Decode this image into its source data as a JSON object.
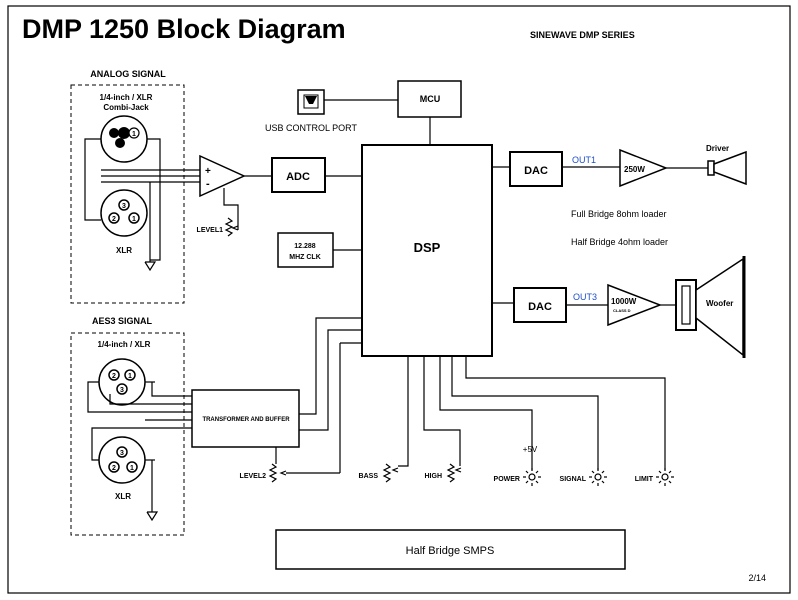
{
  "header": {
    "title": "DMP 1250 Block Diagram",
    "subtitle": "SINEWAVE DMP SERIES"
  },
  "analog": {
    "title": "ANALOG SIGNAL",
    "jack_label_1": "1/4-inch / XLR",
    "jack_label_2": "Combi-Jack",
    "xlr_label": "XLR",
    "level_label": "LEVEL1"
  },
  "aes3": {
    "title": "AES3 SIGNAL",
    "jack_label": "1/4-inch / XLR",
    "xlr_label": "XLR",
    "level_label": "LEVEL2"
  },
  "pins": {
    "p1": "1",
    "p2": "2",
    "p3": "3"
  },
  "opamp": {
    "plus": "+",
    "minus": "-"
  },
  "blocks": {
    "usb": "USB CONTROL PORT",
    "mcu": "MCU",
    "adc": "ADC",
    "dsp": "DSP",
    "clk_1": "12.288",
    "clk_2": "MHZ CLK",
    "dac": "DAC",
    "transformer": "TRANSFORMER AND BUFFER",
    "smps": "Half Bridge SMPS"
  },
  "outputs": {
    "out1": "OUT1",
    "out3": "OUT3",
    "amp1": "250W",
    "amp2": "1000W",
    "amp2_sub": "CLASS D",
    "driver": "Driver",
    "woofer": "Woofer",
    "note_1": "Full Bridge 8ohm loader",
    "note_2": "Half Bridge 4ohm loader"
  },
  "controls": {
    "bass": "BASS",
    "high": "HIGH",
    "v5": "+5V",
    "power": "POWER",
    "signal": "SIGNAL",
    "limit": "LIMIT"
  },
  "footer": {
    "page": "2/14"
  },
  "colors": {
    "accent": "#1f4fc8"
  }
}
